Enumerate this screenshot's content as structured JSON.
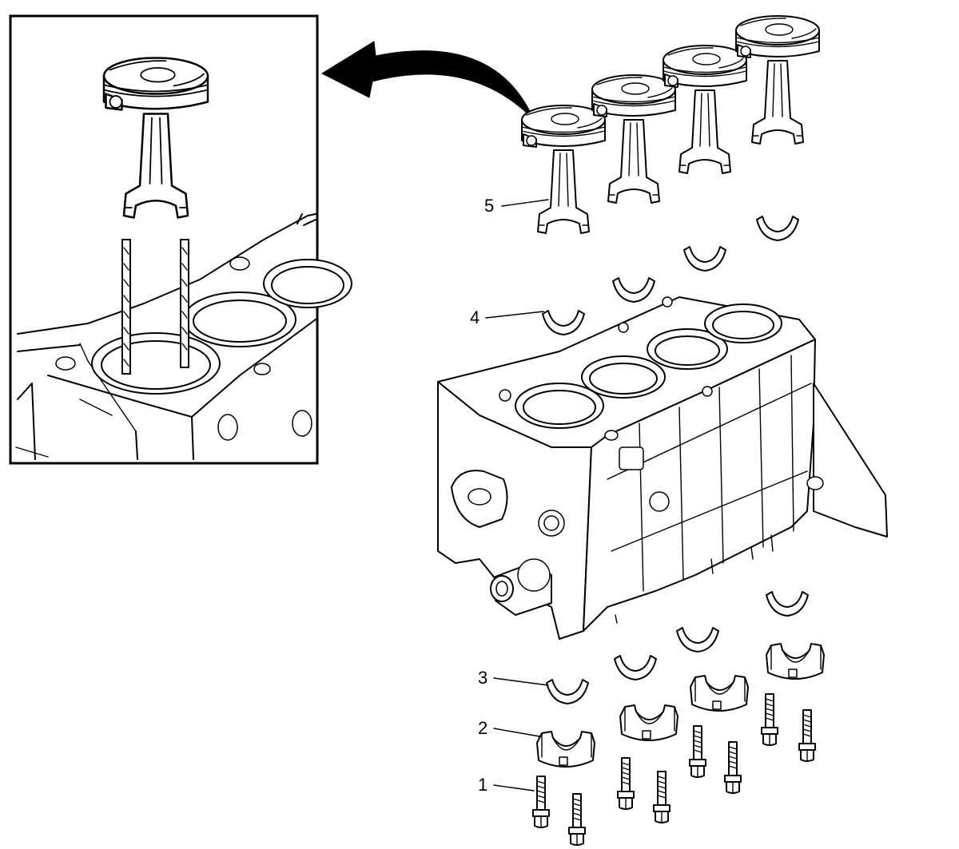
{
  "callouts": [
    {
      "number": "1",
      "part": "bolt"
    },
    {
      "number": "2",
      "part": "bearing-cap"
    },
    {
      "number": "3",
      "part": "lower-bearing"
    },
    {
      "number": "4",
      "part": "rod-bearing"
    },
    {
      "number": "5",
      "part": "piston-and-connecting-rod"
    }
  ],
  "colors": {
    "line": "#000000",
    "background": "#ffffff"
  },
  "icons": {
    "arrow": "curved-arrow-icon"
  }
}
